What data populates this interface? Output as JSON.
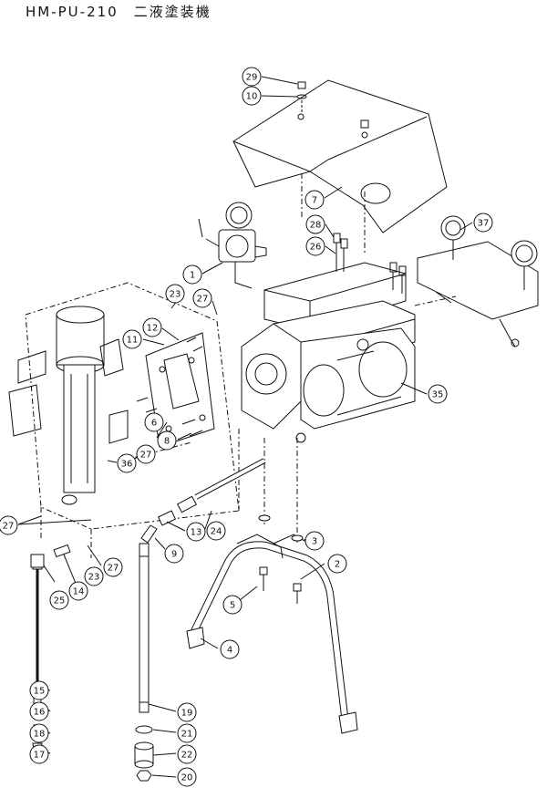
{
  "title": "HM-PU-210　二液塗装機",
  "callouts": [
    {
      "id": "c1",
      "label": "1"
    },
    {
      "id": "c2",
      "label": "2"
    },
    {
      "id": "c3",
      "label": "3"
    },
    {
      "id": "c4",
      "label": "4"
    },
    {
      "id": "c5",
      "label": "5"
    },
    {
      "id": "c6",
      "label": "6"
    },
    {
      "id": "c7",
      "label": "7"
    },
    {
      "id": "c8",
      "label": "8"
    },
    {
      "id": "c9",
      "label": "9"
    },
    {
      "id": "c10",
      "label": "10"
    },
    {
      "id": "c11",
      "label": "11"
    },
    {
      "id": "c12",
      "label": "12"
    },
    {
      "id": "c13",
      "label": "13"
    },
    {
      "id": "c14",
      "label": "14"
    },
    {
      "id": "c15",
      "label": "15"
    },
    {
      "id": "c16",
      "label": "16"
    },
    {
      "id": "c17",
      "label": "17"
    },
    {
      "id": "c18",
      "label": "18"
    },
    {
      "id": "c19",
      "label": "19"
    },
    {
      "id": "c20",
      "label": "20"
    },
    {
      "id": "c21",
      "label": "21"
    },
    {
      "id": "c22",
      "label": "22"
    },
    {
      "id": "c23a",
      "label": "23"
    },
    {
      "id": "c23b",
      "label": "23"
    },
    {
      "id": "c24",
      "label": "24"
    },
    {
      "id": "c25",
      "label": "25"
    },
    {
      "id": "c26",
      "label": "26"
    },
    {
      "id": "c27a",
      "label": "27"
    },
    {
      "id": "c27b",
      "label": "27"
    },
    {
      "id": "c27c",
      "label": "27"
    },
    {
      "id": "c27d",
      "label": "27"
    },
    {
      "id": "c28",
      "label": "28"
    },
    {
      "id": "c29",
      "label": "29"
    },
    {
      "id": "c35",
      "label": "35"
    },
    {
      "id": "c36",
      "label": "36"
    },
    {
      "id": "c37",
      "label": "37"
    }
  ]
}
